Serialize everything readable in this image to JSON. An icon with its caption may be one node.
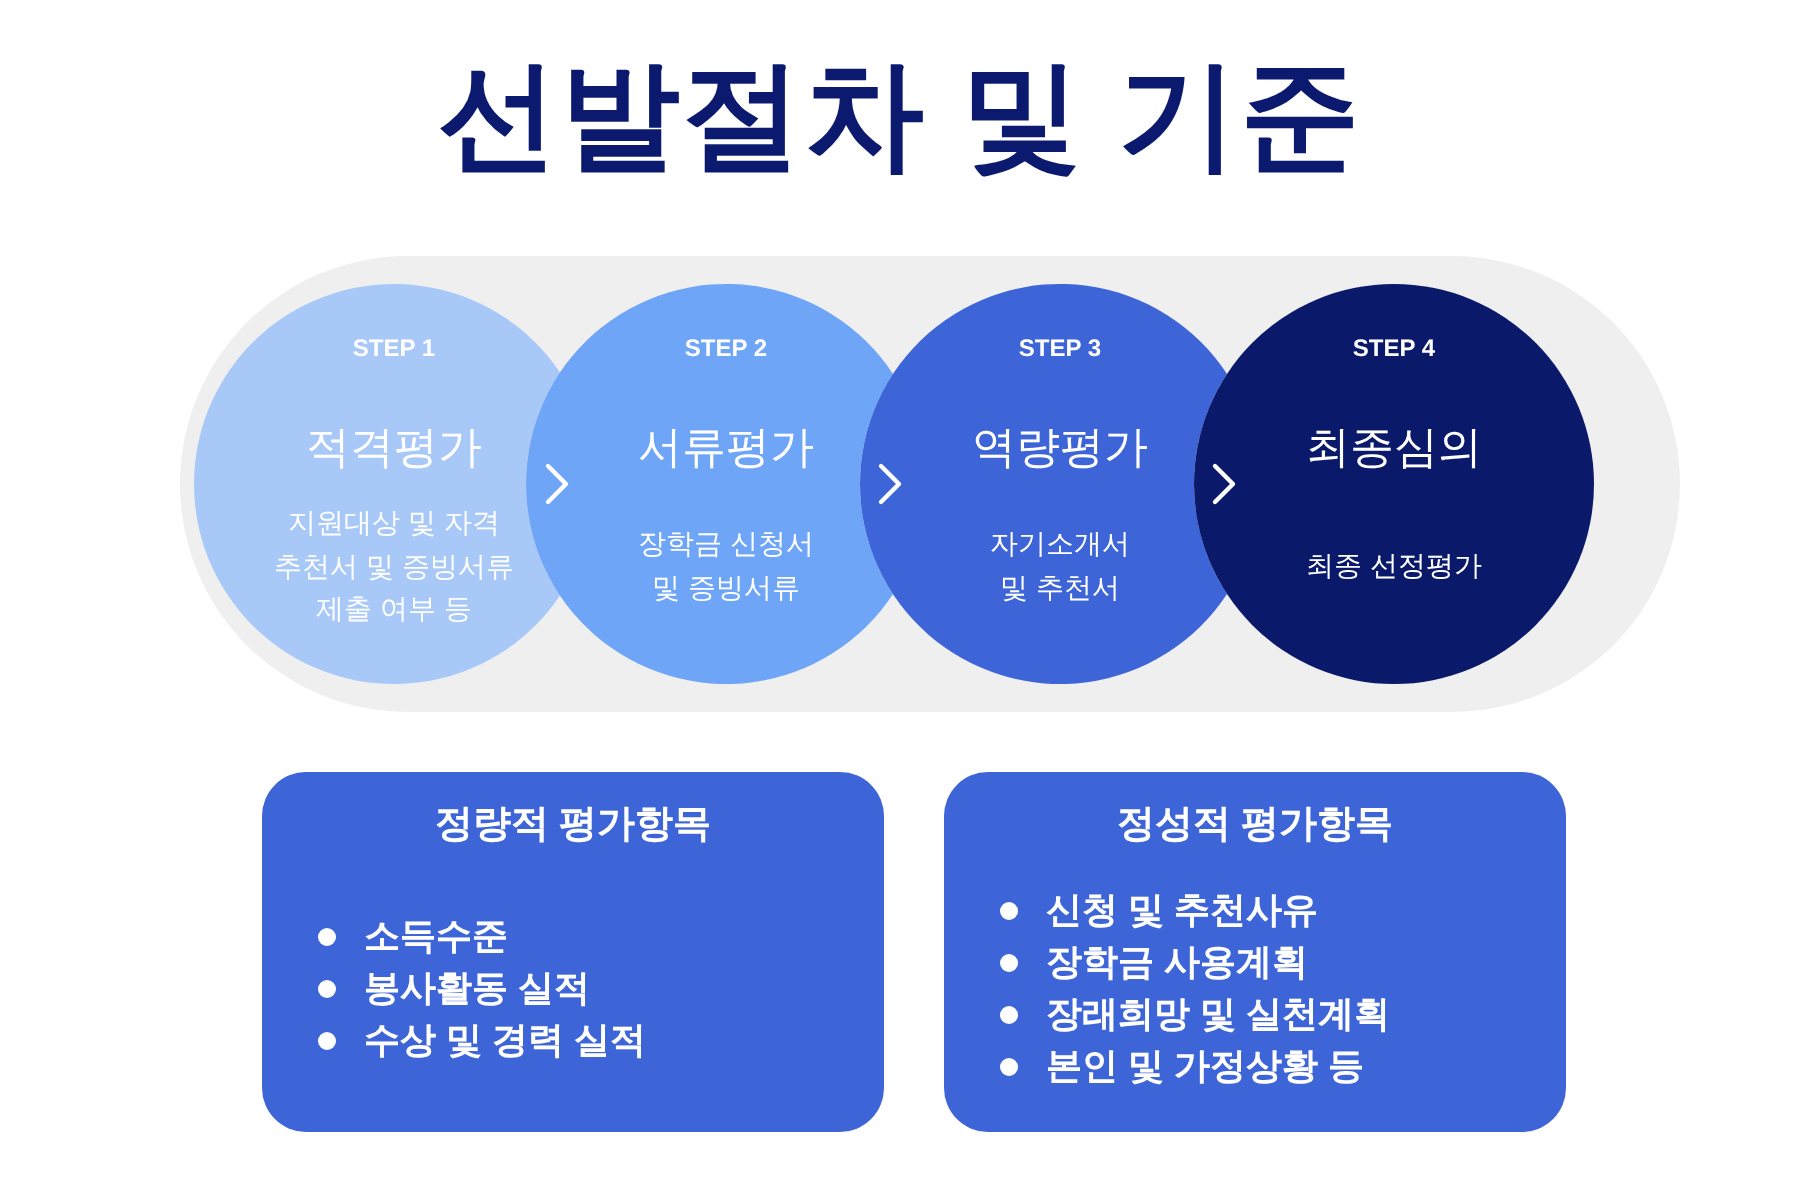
{
  "diagram": {
    "title": "선발절차 및 기준",
    "nodes": [
      {
        "text": [
          "STEP 1",
          "적격평가",
          "지원대상 및 자격 추천서 및 증빙서류 제출 여부 등"
        ]
      },
      {
        "text": [
          "STEP 2",
          "서류평가",
          "장학금 신청서 및 증빙서류"
        ]
      },
      {
        "text": [
          "STEP 3",
          "역량평가",
          "자기소개서 및 추천서"
        ]
      },
      {
        "text": [
          "STEP 4",
          "최종심의",
          "최종 선정평가"
        ]
      },
      {
        "text": [
          "정량적 평가항목",
          "소득수준",
          "봉사활동 실적",
          "수상 및 경력 실적"
        ]
      },
      {
        "text": [
          "정성적 평가항목",
          "신청 및 추천사유",
          "장학금 사용계획",
          "장래희망 및 실천계획",
          "본인 및 가정상황 등"
        ]
      }
    ],
    "edges": [
      {
        "from": 0,
        "to": 1,
        "arrow": "to"
      },
      {
        "from": 1,
        "to": 2,
        "arrow": "to"
      },
      {
        "from": 2,
        "to": 3,
        "arrow": "to"
      }
    ]
  }
}
